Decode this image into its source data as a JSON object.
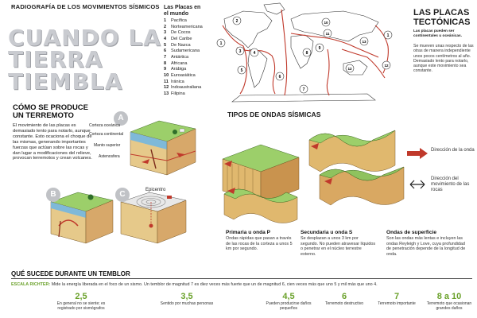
{
  "header": {
    "kicker": "RADIOGRAFÍA DE LOS MOVIMIENTOS SÍSMICOS",
    "headline_lines": [
      "CUANDO LA",
      "TIERRA",
      "TIEMBLA"
    ]
  },
  "plates": {
    "title_lines": [
      "Las Placas en",
      "el mundo"
    ],
    "items": [
      {
        "n": "1",
        "name": "Pacífica"
      },
      {
        "n": "2",
        "name": "Norteamericana"
      },
      {
        "n": "3",
        "name": "De Cocos"
      },
      {
        "n": "4",
        "name": "Del Caribe"
      },
      {
        "n": "5",
        "name": "De Nazca"
      },
      {
        "n": "6",
        "name": "Sudamericana"
      },
      {
        "n": "7",
        "name": "Antártica"
      },
      {
        "n": "8",
        "name": "Africana"
      },
      {
        "n": "9",
        "name": "Arábiga"
      },
      {
        "n": "10",
        "name": "Euroasiática"
      },
      {
        "n": "11",
        "name": "Iránica"
      },
      {
        "n": "12",
        "name": "Indoaustraliana"
      },
      {
        "n": "13",
        "name": "Filipina"
      }
    ],
    "map_markers": [
      "1",
      "2",
      "3",
      "4",
      "5",
      "6",
      "7",
      "8",
      "9",
      "10",
      "11",
      "12",
      "13",
      "1",
      "12"
    ]
  },
  "tectonic": {
    "title_lines": [
      "LAS PLACAS",
      "TECTÓNICAS"
    ],
    "subtitle": "Las placas pueden ser continentales u oceánicas.",
    "body": "Se mueven unas respecto de las otras de manera independiente unos pocos centímetros al año. Demasiado lento para notarlo, aunque este movimiento sea constante."
  },
  "how": {
    "title_lines": [
      "CÓMO SE PRODUCE",
      "UN TERREMOTO"
    ],
    "body": "El movimiento de las placas es demasiado lento para notarlo, aunque constante. Esto ocaciona el choque de las mismas, generando importantes fuerzas que actúan sobre las rocas y dan lugar a modificaciones del relieve, provocan terremotos y crean volcanes.",
    "labels": {
      "oceanic_crust": "Corteza oceánica",
      "continental_crust": "Corteza continental",
      "upper_mantle": "Manto superior",
      "asthenosphere": "Astenosfera",
      "epicenter": "Epicentro"
    },
    "letters": [
      "A",
      "B",
      "C"
    ]
  },
  "waves": {
    "title": "TIPOS DE ONDAS SÍSMICAS",
    "legend": {
      "wave_direction": "Dirección de la onda",
      "rock_direction": "Dirección del movimiento de las rocas"
    },
    "types": [
      {
        "title": "Primaria u onda P",
        "body": "Ondas rápidas que pasan a través de las rocas de la corteza a unos 5 km por segundo."
      },
      {
        "title": "Secundaria u onda S",
        "body": "Se desplazan a unos 3 km por segundo. No pueden atravesar líquidos o penetrar en el núcleo terrestre externo."
      },
      {
        "title": "Ondas de superficie",
        "body": "Son las ondas más lentas e incluyen las ondas Reyleigh y Love, cuya profundidad de penetración depende de la longitud de onda."
      }
    ]
  },
  "scale": {
    "title": "QUÉ SUCEDE DURANTE UN TEMBLOR",
    "richter_label": "ESCALA RICHTER:",
    "richter_text": "Mide la energía liberada en el foco de un sismo. Un temblor de magnitud 7 es diez veces más fuerte que un de magnitud 6, cien veces más que uno 5 y mil más que uno 4.",
    "items": [
      {
        "value": "2,5",
        "desc": "En general no se siente; es registrado por sismógrafos"
      },
      {
        "value": "3,5",
        "desc": "Sentido por muchas personas"
      },
      {
        "value": "4,5",
        "desc": "Pueden producirse daños pequeños"
      },
      {
        "value": "6",
        "desc": "Terremoto destructivo"
      },
      {
        "value": "7",
        "desc": "Terremoto importante"
      },
      {
        "value": "8 a 10",
        "desc": "Terremoto que ocasionan grandes daños"
      }
    ]
  },
  "colors": {
    "accent_green": "#6aa12a",
    "plate_boundary_red": "#c0392b",
    "ocean_blue": "#7fb9d8",
    "headline_gray": "#c9cbd0"
  }
}
